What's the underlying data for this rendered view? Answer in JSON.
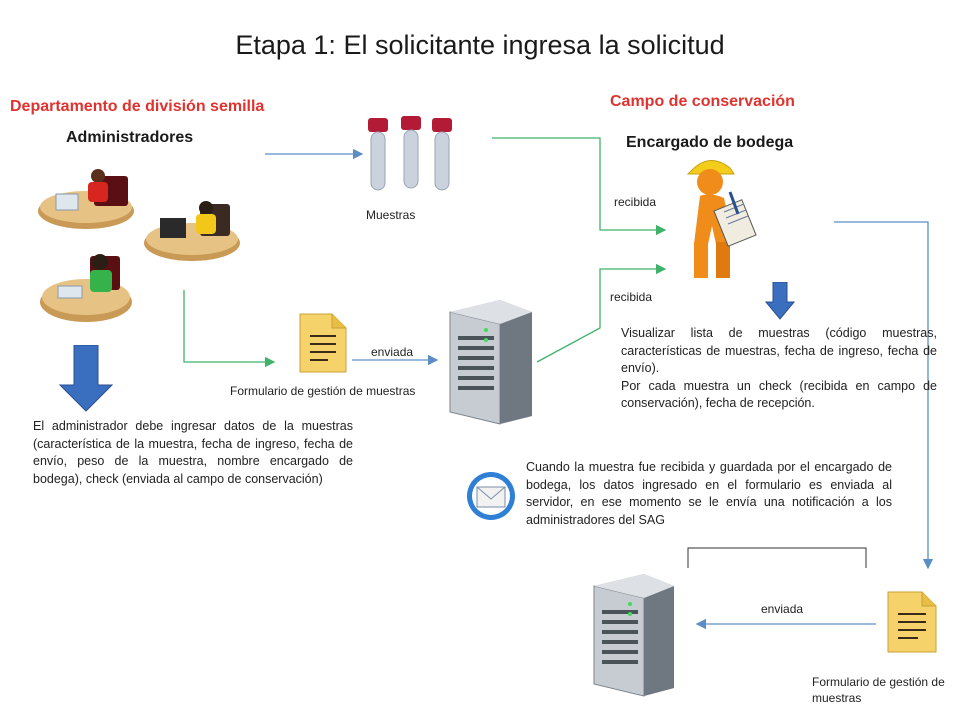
{
  "title": "Etapa 1: El solicitante ingresa la solicitud",
  "left": {
    "department": "Departamento de división semilla",
    "role": "Administradores",
    "description": "El administrador debe ingresar datos de la muestras (característica de la muestra, fecha de ingreso, fecha de envío, peso de la muestra, nombre encargado de bodega), check (enviada al campo de conservación)"
  },
  "samples": {
    "label": "Muestras"
  },
  "form": {
    "label": "Formulario de gestión de muestras",
    "sent_label": "enviada"
  },
  "right": {
    "department": "Campo de conservación",
    "role": "Encargado de bodega",
    "received_top": "recibida",
    "received_bottom": "recibida",
    "description_1": "Visualizar lista de muestras (código muestras, características de muestras, fecha de ingreso, fecha de envío).",
    "description_2": "Por cada muestra un check (recibida en campo de conservación), fecha de recepción."
  },
  "notification": {
    "text": "Cuando la muestra fue recibida y guardada por el encargado de bodega, los datos ingresado en el formulario es enviada al servidor, en ese momento se le envía una notificación a los administradores del SAG"
  },
  "bottom": {
    "sent_label": "enviada",
    "form_label": "Formulario de gestión de muestras"
  },
  "colors": {
    "accent_red": "#e0332f",
    "line_blue": "#5a8fc4",
    "line_green": "#3fb26a",
    "arrow_blue": "#3a6fc0"
  }
}
